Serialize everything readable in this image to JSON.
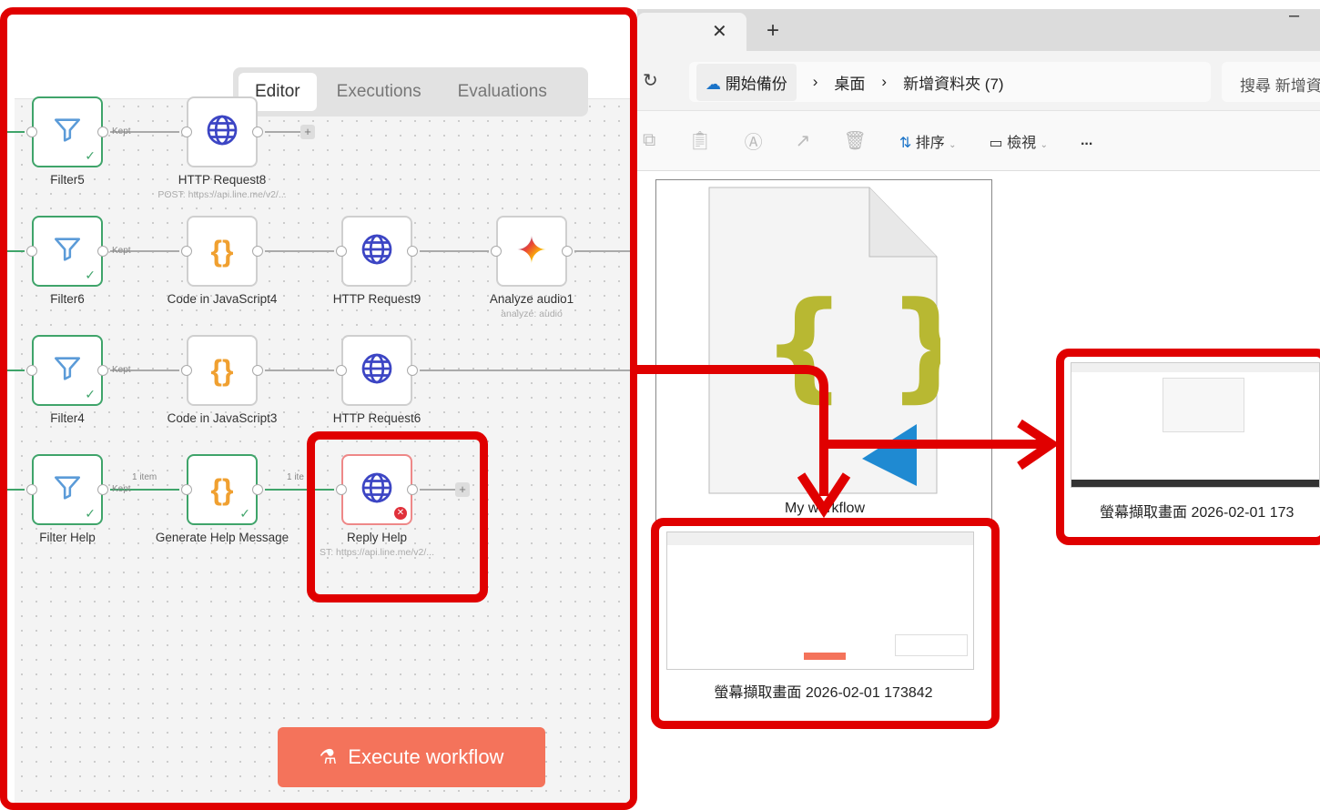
{
  "editor": {
    "tabs": [
      {
        "label": "Editor",
        "active": true
      },
      {
        "label": "Executions",
        "active": false
      },
      {
        "label": "Evaluations",
        "active": false
      }
    ],
    "nodes": [
      {
        "label": "Filter5",
        "icon": "filter-icon",
        "status": "success"
      },
      {
        "label": "HTTP Request8",
        "subtitle": "POST: https://api.line.me/v2/...",
        "icon": "globe-icon"
      },
      {
        "label": "Filter6",
        "icon": "filter-icon",
        "status": "success"
      },
      {
        "label": "Code in JavaScript4",
        "icon": "code-braces-icon"
      },
      {
        "label": "HTTP Request9",
        "icon": "globe-icon"
      },
      {
        "label": "Analyze audio1",
        "subtitle": "analyze: audio",
        "icon": "gemini-icon"
      },
      {
        "label": "Filter4",
        "icon": "filter-icon",
        "status": "success"
      },
      {
        "label": "Code in JavaScript3",
        "icon": "code-braces-icon"
      },
      {
        "label": "HTTP Request6",
        "icon": "globe-icon"
      },
      {
        "label": "Filter Help",
        "icon": "filter-icon",
        "status": "success"
      },
      {
        "label": "Generate Help Message",
        "icon": "code-braces-icon",
        "status": "success"
      },
      {
        "label": "Reply Help",
        "subtitle": "ST: https://api.line.me/v2/...",
        "icon": "globe-icon",
        "status": "error"
      }
    ],
    "edge_labels": {
      "kept": "Kept",
      "items1": "1 item",
      "items2": "1 ite"
    },
    "execute_label": "Execute workflow",
    "colors": {
      "success": "#3fa46a",
      "error": "#e0303a",
      "execute": "#f4735b",
      "highlight": "#e00000"
    }
  },
  "explorer": {
    "breadcrumbs": [
      "開始備份",
      "桌面",
      "新增資料夾 (7)"
    ],
    "search_placeholder": "搜尋 新增資",
    "toolbar": {
      "sort": "排序",
      "view": "檢視",
      "more": "..."
    },
    "files": [
      {
        "name": "My workflow",
        "type": "json"
      },
      {
        "name": "螢幕擷取畫面 2026-02-01 173842",
        "type": "image"
      },
      {
        "name": "螢幕擷取畫面 2026-02-01 173",
        "type": "image"
      }
    ]
  }
}
